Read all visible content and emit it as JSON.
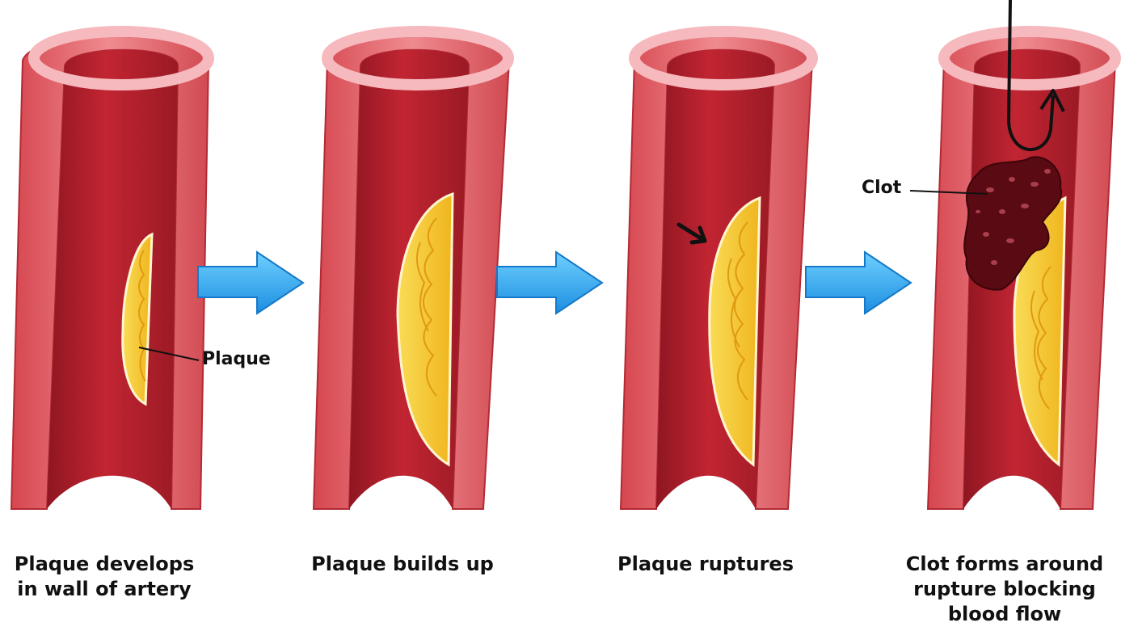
{
  "stages": [
    {
      "caption": "Plaque develops\nin wall of artery"
    },
    {
      "caption": "Plaque builds up"
    },
    {
      "caption": "Plaque ruptures"
    },
    {
      "caption": "Clot forms around\nrupture blocking\nblood flow"
    }
  ],
  "labels": {
    "plaque": "Plaque",
    "clot": "Clot"
  },
  "colors": {
    "artery_wall": "#e8747b",
    "artery_wall_dark": "#c8303c",
    "artery_rim": "#f6b9bd",
    "lumen": "#b8202c",
    "lumen_dark": "#8a1620",
    "plaque": "#f6c52c",
    "plaque_line": "#e09a10",
    "clot": "#5a0a12",
    "arrow": "#29a9f0"
  }
}
